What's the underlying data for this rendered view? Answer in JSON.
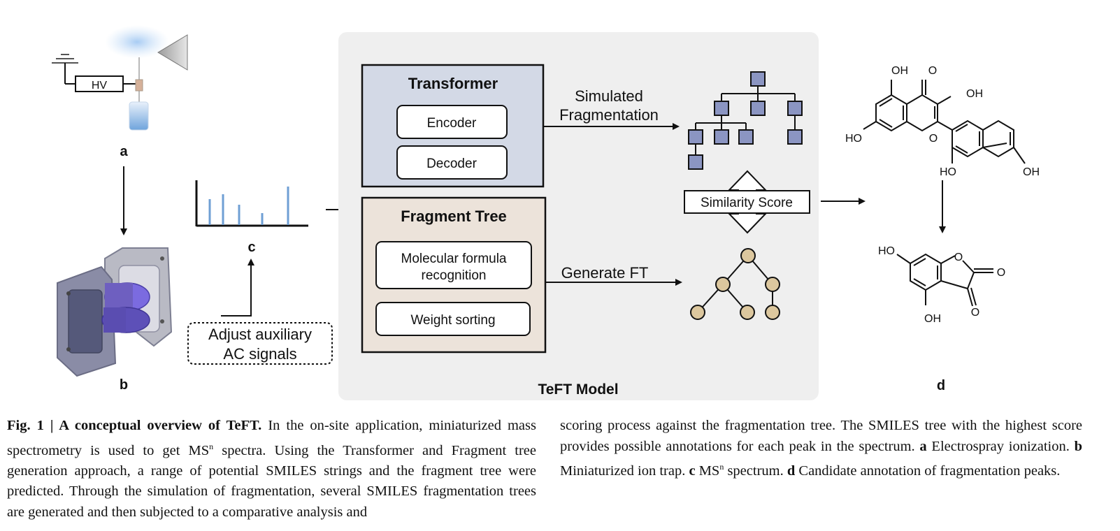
{
  "panels": {
    "a_label": "a",
    "b_label": "b",
    "c_label": "c",
    "d_label": "d",
    "hv_label": "HV",
    "adjust_text_line1": "Adjust auxiliary",
    "adjust_text_line2": "AC signals"
  },
  "model": {
    "title": "TeFT Model",
    "transformer": {
      "title": "Transformer",
      "encoder": "Encoder",
      "decoder": "Decoder"
    },
    "fragment_tree": {
      "title": "Fragment Tree",
      "formula_line1": "Molecular formula",
      "formula_line2": "recognition",
      "weight": "Weight sorting"
    },
    "simulated_line1": "Simulated",
    "simulated_line2": "Fragmentation",
    "generate_ft": "Generate FT",
    "similarity": "Similarity Score"
  },
  "molecules": {
    "top_labels": [
      "OH",
      "O",
      "OH",
      "HO",
      "O",
      "HO",
      "OH"
    ],
    "bottom_labels": [
      "HO",
      "O",
      "O",
      "O",
      "OH"
    ]
  },
  "colors": {
    "transformer_fill": "#d3d9e6",
    "fragment_fill": "#ece3da",
    "panel_bg": "#efefef",
    "tree_square": "#8b95c2",
    "tree_circle": "#dcc79e",
    "spectrum": "#6f9fd4",
    "trap_body": "#8a8ca6",
    "trap_inner": "#6e5fc0"
  },
  "caption": {
    "fig_label": "Fig. 1 | A conceptual overview of TeFT.",
    "left_text": "In the on-site application, miniaturized mass spectrometry is used to get MS",
    "left_sup": "n",
    "left_text2": " spectra. Using the Transformer and Fragment tree generation approach, a range of potential SMILES strings and the fragment tree were predicted. Through the simulation of fragmentation, several SMILES fragmentation trees are generated and then subjected to a comparative analysis and",
    "right_text": "scoring process against the fragmentation tree. The SMILES tree with the highest score provides possible annotations for each peak in the spectrum.",
    "a_lbl": "a",
    "a_txt": " Electrospray ionization.",
    "b_lbl": "b",
    "b_txt": " Miniaturized ion trap.",
    "c_lbl": "c",
    "c_txt": " MS",
    "c_sup": "n",
    "c_txt2": " spectrum.",
    "d_lbl": "d",
    "d_txt": " Candidate annotation of fragmentation peaks."
  }
}
